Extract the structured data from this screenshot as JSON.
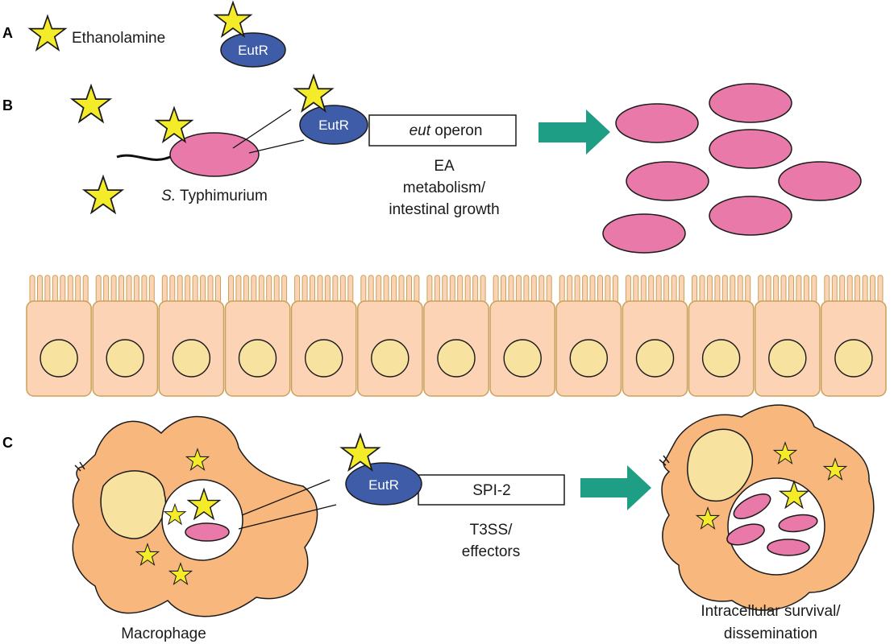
{
  "panels": {
    "a": "A",
    "b": "B",
    "c": "C"
  },
  "legend": {
    "ethanolamine": "Ethanolamine"
  },
  "protein": {
    "eutr": "EutR"
  },
  "panel_b": {
    "species_genus": "S.",
    "species_name": " Typhimurium",
    "operon_italic": "eut",
    "operon_rest": " operon",
    "outcome_line1": "EA",
    "outcome_line2": "metabolism/",
    "outcome_line3": "intestinal growth"
  },
  "panel_c": {
    "locus": "SPI-2",
    "outcome_line1": "T3SS/",
    "outcome_line2": "effectors",
    "left_cell": "Macrophage",
    "right_line1": "Intracellular survival/",
    "right_line2": "dissemination"
  },
  "colors": {
    "star": "#f5ec29",
    "eutr": "#3f5ca8",
    "bacterium": "#e879a8",
    "arrow": "#1f9e86",
    "epithelial_cell": "#fcd3b5",
    "cell_border": "#c9a25a",
    "nucleus": "#f8e2a0",
    "macrophage": "#f8b77d"
  }
}
